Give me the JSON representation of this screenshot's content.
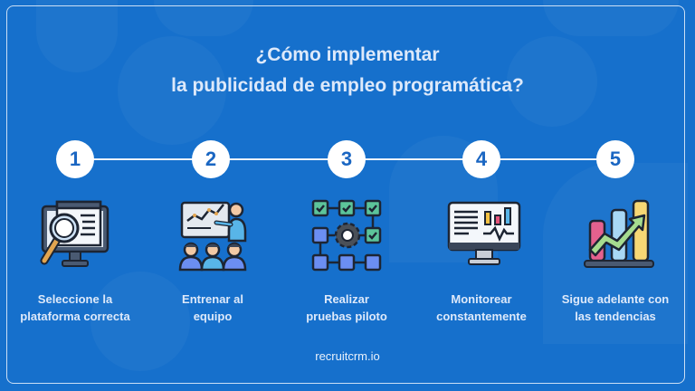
{
  "title": {
    "line1": "¿Cómo implementar",
    "line2": "la publicidad de empleo programática?"
  },
  "steps": [
    {
      "number": "1",
      "label_line1": "Seleccione la",
      "label_line2": "plataforma correcta",
      "icon": "monitor-magnifier-icon"
    },
    {
      "number": "2",
      "label_line1": "Entrenar al",
      "label_line2": "equipo",
      "icon": "presentation-team-icon"
    },
    {
      "number": "3",
      "label_line1": "Realizar",
      "label_line2": "pruebas piloto",
      "icon": "flowchart-gear-icon"
    },
    {
      "number": "4",
      "label_line1": "Monitorear",
      "label_line2": "constantemente",
      "icon": "monitor-dashboard-icon"
    },
    {
      "number": "5",
      "label_line1": "Sigue adelante con",
      "label_line2": "las tendencias",
      "icon": "growth-chart-icon"
    }
  ],
  "footer": {
    "text": "recruitcrm.io"
  },
  "colors": {
    "background": "#1670cc",
    "title_text": "#dde9fa",
    "circle_fill": "#ffffff",
    "circle_number": "#1a66c2",
    "timeline": "#eef4fc"
  }
}
